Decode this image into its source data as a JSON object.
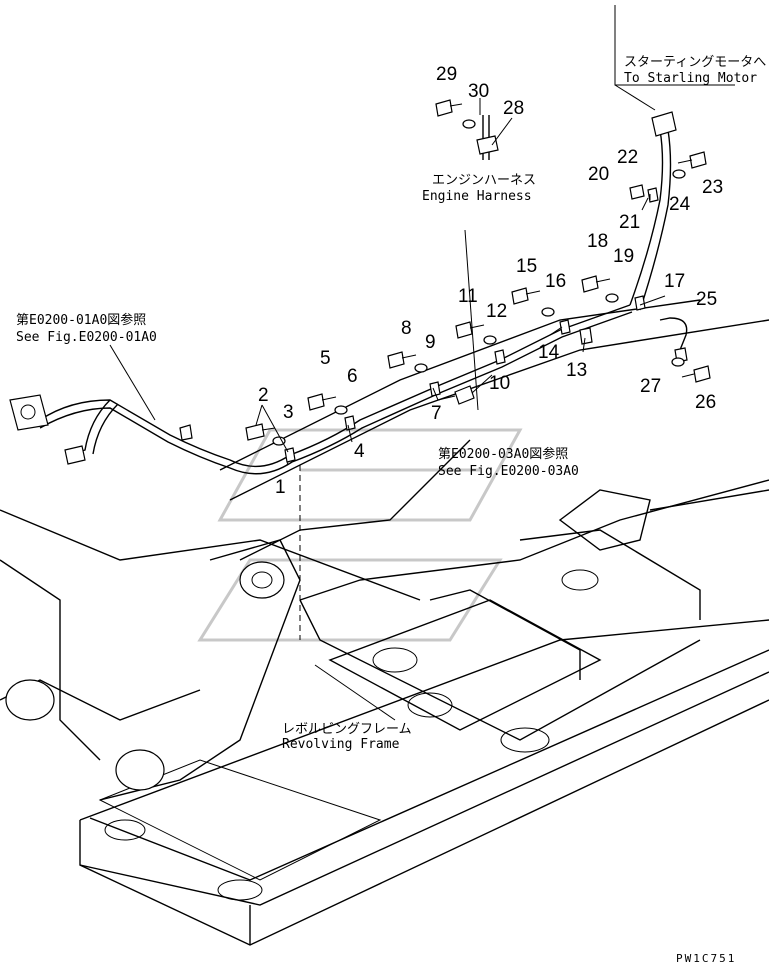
{
  "diagram": {
    "part_numbers": [
      "1",
      "2",
      "3",
      "4",
      "5",
      "6",
      "7",
      "8",
      "9",
      "10",
      "11",
      "12",
      "13",
      "14",
      "15",
      "16",
      "17",
      "18",
      "19",
      "20",
      "21",
      "22",
      "23",
      "24",
      "25",
      "26",
      "27",
      "28",
      "29",
      "30"
    ],
    "notes": {
      "starting_motor_jp": "スターティングモータへ",
      "starting_motor_en": "To Starling Motor",
      "engine_harness_jp": "エンジンハーネス",
      "engine_harness_en": "Engine Harness",
      "ref1_jp": "第E0200-01A0図参照",
      "ref1_en": "See Fig.E0200-01A0",
      "ref2_jp": "第E0200-03A0図参照",
      "ref2_en": "See Fig.E0200-03A0",
      "frame_jp": "レボルビングフレーム",
      "frame_en": "Revolving Frame"
    },
    "drawing_code": "PW1C751"
  }
}
